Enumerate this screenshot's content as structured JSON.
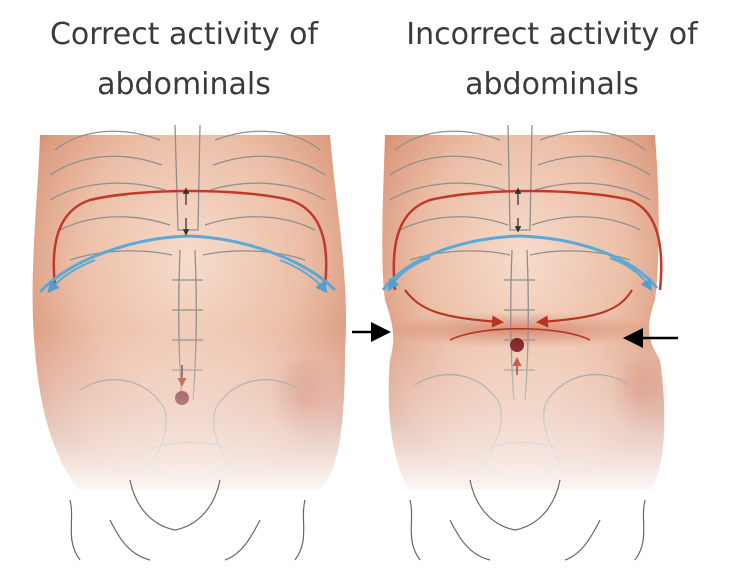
{
  "panels": {
    "left": {
      "title_line1": "Correct activity of",
      "title_line2": "abdominals"
    },
    "right": {
      "title_line1": "Incorrect activity of",
      "title_line2": "abdominals"
    }
  },
  "colors": {
    "skin": "#e7b49b",
    "skin_dark": "#c97e61",
    "bone_line": "#8f8f8f",
    "red_line": "#c0392b",
    "blue_line": "#5aa9d6",
    "navel": "#7a1515",
    "arrow": "#000000"
  }
}
